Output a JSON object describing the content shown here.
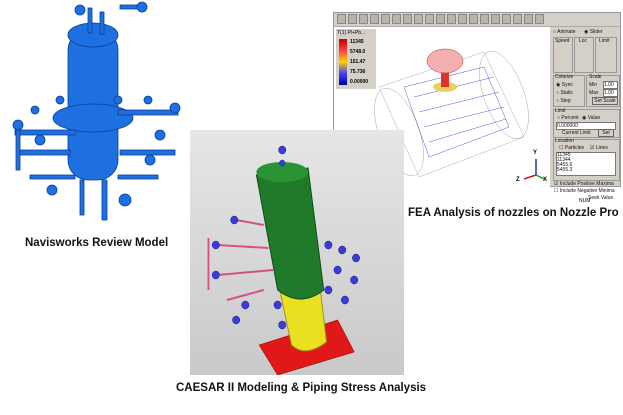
{
  "captions": {
    "navisworks": "Navisworks Review Model",
    "caesar": "CAESAR II Modeling & Piping Stress Analysis",
    "fea": "FEA Analysis of nozzles on Nozzle Pro"
  },
  "fea_window": {
    "legend": {
      "title": "T(1) Pl+Pb...",
      "values": [
        "11345",
        "5748.0",
        "151.47",
        "75.736",
        "0.00000"
      ]
    },
    "panel": {
      "animate": "Animate",
      "slider": "Slider",
      "speed": "Speed",
      "loc": "Loc",
      "limit": "Limit",
      "colorize": "Colorize",
      "sync": "Sync",
      "static": "Static",
      "step": "Step",
      "scale": "Scale",
      "min_label": "Min",
      "min_value": "1.00",
      "max_label": "Max",
      "max_value": "1.00",
      "set_scale": "Set Scale",
      "limit_group": "Limit",
      "percent": "Percent",
      "value": "Value",
      "limit_value": "0.000000",
      "current_limit": "Current Limit",
      "set": "Set",
      "location": "Location",
      "particles": "Particles",
      "lines": "Lines",
      "location_list": [
        "11345",
        "11344",
        "5455.6",
        "5455.3"
      ],
      "include_pos": "Include Positive Maxima",
      "include_neg": "Include Negative Minima",
      "seek_value": "Seek Value",
      "status": "NUM"
    },
    "axes": {
      "x": "X",
      "y": "Y",
      "z": "Z"
    }
  },
  "colors": {
    "vessel_blue": "#1e6fe0",
    "caesar_green": "#1f7a2a",
    "caesar_yellow": "#e8e020",
    "caesar_red": "#e01818"
  }
}
